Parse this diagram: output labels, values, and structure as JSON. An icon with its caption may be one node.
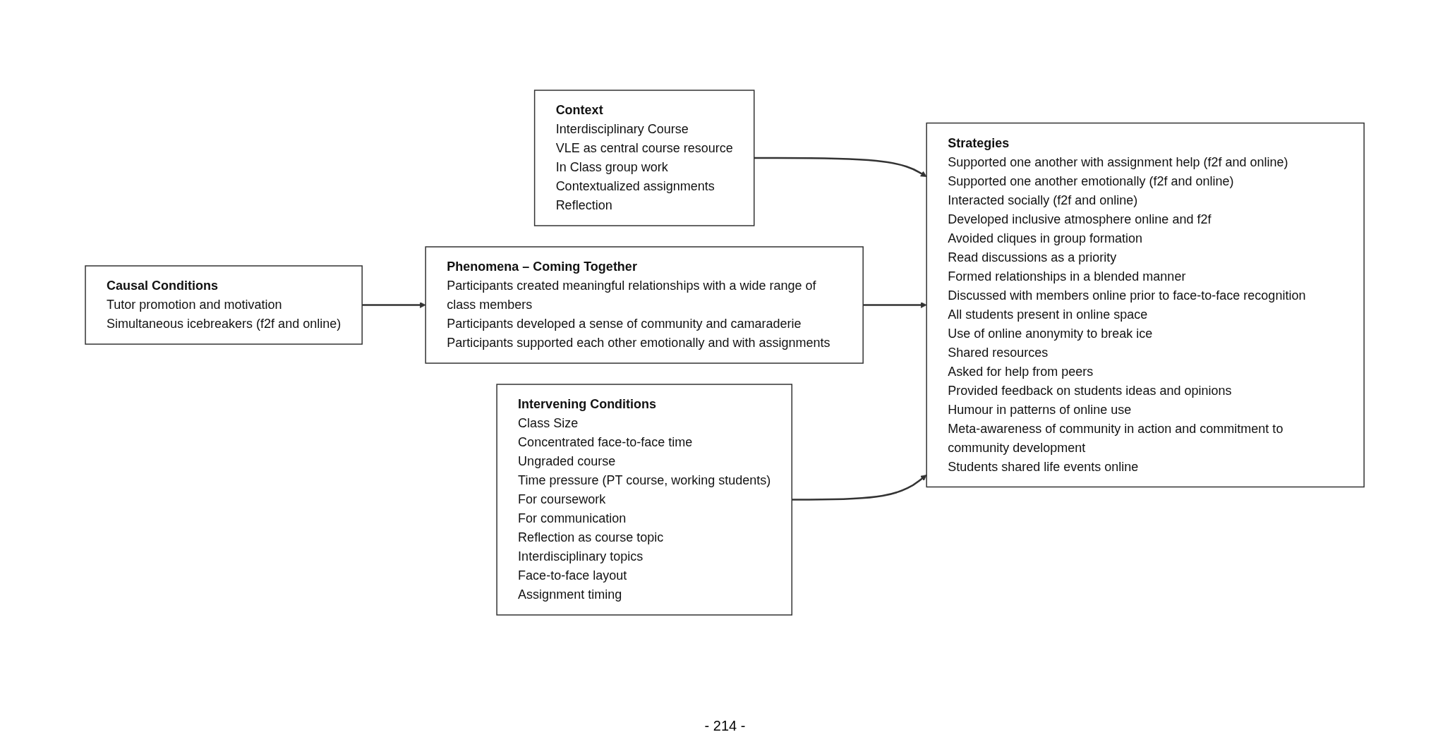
{
  "diagram": {
    "nodes": [
      {
        "text": [
          "Context",
          "Interdisciplinary Course",
          "VLE as central course resource",
          "In Class group work",
          "Contextualized assignments",
          "Reflection"
        ]
      },
      {
        "text": [
          "Causal Conditions",
          "Tutor promotion and motivation",
          "Simultaneous icebreakers (f2f and online)"
        ]
      },
      {
        "text": [
          "Phenomena – Coming Together",
          "Participants created meaningful relationships with a wide range of class members",
          "Participants developed a sense of community and camaraderie",
          "Participants supported each other emotionally and with assignments"
        ]
      },
      {
        "text": [
          "Intervening Conditions",
          "Class Size",
          "Concentrated face-to-face time",
          "Ungraded course",
          "Time pressure (PT course, working students)",
          "For coursework",
          "For communication",
          "Reflection as course topic",
          "Interdisciplinary topics",
          "Face-to-face layout",
          "Assignment timing"
        ]
      },
      {
        "text": [
          "Strategies",
          "Supported one another with assignment help (f2f and online)",
          "Supported one another emotionally (f2f and online)",
          "Interacted socially (f2f and online)",
          "Developed inclusive atmosphere online and f2f",
          "Avoided cliques in group formation",
          "Read discussions as a priority",
          "Formed relationships in a blended manner",
          "Discussed with members online prior to face-to-face recognition",
          "All students present in online space",
          "Use of online anonymity to break ice",
          "Shared resources",
          "Asked for help from peers",
          "Provided feedback on students ideas and opinions",
          "Humour in patterns of online use",
          "Meta-awareness of community in action and commitment to community development",
          "Students shared life events online"
        ]
      }
    ],
    "edges": [
      {
        "from": 0,
        "to": 4,
        "arrow": "to"
      },
      {
        "from": 1,
        "to": 2,
        "arrow": "to"
      },
      {
        "from": 2,
        "to": 4,
        "arrow": "to"
      },
      {
        "from": 3,
        "to": 4,
        "arrow": "to"
      }
    ],
    "labels": [
      "- 214 -"
    ]
  }
}
